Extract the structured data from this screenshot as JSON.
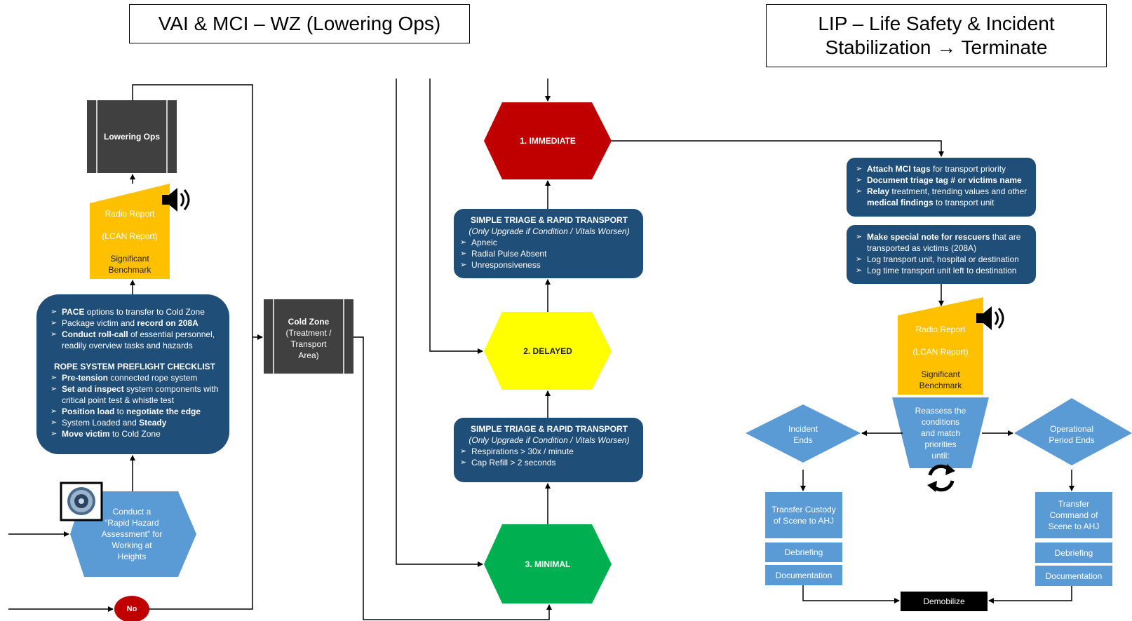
{
  "titles": {
    "left": "VAI & MCI – WZ (Lowering Ops)",
    "right_line1": "LIP – Life Safety & Incident",
    "right_line2": "Stabilization → Terminate"
  },
  "left": {
    "lowering_ops": "Lowering Ops",
    "radio_report": {
      "line1": "Radio Report",
      "line2": "(LCAN Report)",
      "line3": "Significant",
      "line4": "Benchmark"
    },
    "checklist": {
      "items_a": [
        {
          "bold": "PACE",
          "rest": " options to transfer to Cold Zone"
        },
        {
          "pre": "Package victim and ",
          "bold": "record on 208A"
        },
        {
          "bold": "Conduct roll-call",
          "rest": " of essential personnel, readily overview tasks and hazards"
        }
      ],
      "heading": "ROPE SYSTEM PREFLIGHT CHECKLIST",
      "items_b": [
        {
          "bold": "Pre-tension",
          "rest": " connected rope system"
        },
        {
          "bold": "Set and inspect",
          "rest": " system components with critical point test & whistle test"
        },
        {
          "bold": "Position load",
          "rest": " to ",
          "bold2": "negotiate the edge"
        },
        {
          "pre": "System Loaded and ",
          "bold": "Steady"
        },
        {
          "bold": "Move victim",
          "rest": " to Cold Zone"
        }
      ]
    },
    "hazard": {
      "line1": "Conduct a",
      "line2": "“Rapid Hazard",
      "line3": "Assessment” for",
      "line4": "Working at",
      "line5": "Heights"
    },
    "no": "No",
    "cold_zone": {
      "line1": "Cold Zone",
      "line2": "(Treatment /",
      "line3": "Transport",
      "line4": "Area)"
    }
  },
  "middle": {
    "immediate": "1. IMMEDIATE",
    "delayed": "2. DELAYED",
    "minimal": "3. MINIMAL",
    "triage_top": {
      "heading": "SIMPLE TRIAGE & RAPID TRANSPORT",
      "sub": "(Only Upgrade if Condition / Vitals Worsen)",
      "items": [
        "Apneic",
        "Radial Pulse Absent",
        "Unresponsiveness"
      ]
    },
    "triage_bottom": {
      "heading": "SIMPLE TRIAGE & RAPID TRANSPORT",
      "sub": "(Only Upgrade if Condition / Vitals Worsen)",
      "items": [
        "Respirations > 30x / minute",
        "Cap Refill > 2 seconds"
      ]
    }
  },
  "right": {
    "transport_box": [
      {
        "bold": "Attach MCI tags",
        "rest": " for transport priority"
      },
      {
        "bold": "Document triage tag # or victims name"
      },
      {
        "bold": "Relay",
        "rest": " treatment, trending values and other ",
        "bold2": "medical findings",
        "rest2": " to transport unit"
      }
    ],
    "notes_box": [
      {
        "bold": "Make special note for rescuers",
        "rest": " that are transported as victims (208A)"
      },
      {
        "pre": "Log transport unit, hospital or destination"
      },
      {
        "pre": "Log time transport unit left to destination"
      }
    ],
    "radio_report": {
      "line1": "Radio Report",
      "line2": "(LCAN Report)",
      "line3": "Significant",
      "line4": "Benchmark"
    },
    "reassess": {
      "line1": "Reassess the",
      "line2": "conditions",
      "line3": "and match",
      "line4": "priorities",
      "line5": "until:"
    },
    "incident_ends": {
      "line1": "Incident",
      "line2": "Ends"
    },
    "operational_ends": {
      "line1": "Operational",
      "line2": "Period Ends"
    },
    "transfer_custody": {
      "line1": "Transfer Custody",
      "line2": "of Scene to AHJ"
    },
    "transfer_command": {
      "line1": "Transfer",
      "line2": "Command of",
      "line3": "Scene to AHJ"
    },
    "debriefing": "Debriefing",
    "documentation": "Documentation",
    "demobilize": "Demobilize"
  },
  "colors": {
    "navy": "#1f4e79",
    "gold": "#ffc000",
    "red": "#c00000",
    "yellow": "#ffff00",
    "green": "#00b050",
    "light_blue": "#5b9bd5",
    "dark_gray": "#404040"
  },
  "icons": [
    "speaker-icon",
    "refresh-cycle-icon",
    "seal-icon"
  ]
}
